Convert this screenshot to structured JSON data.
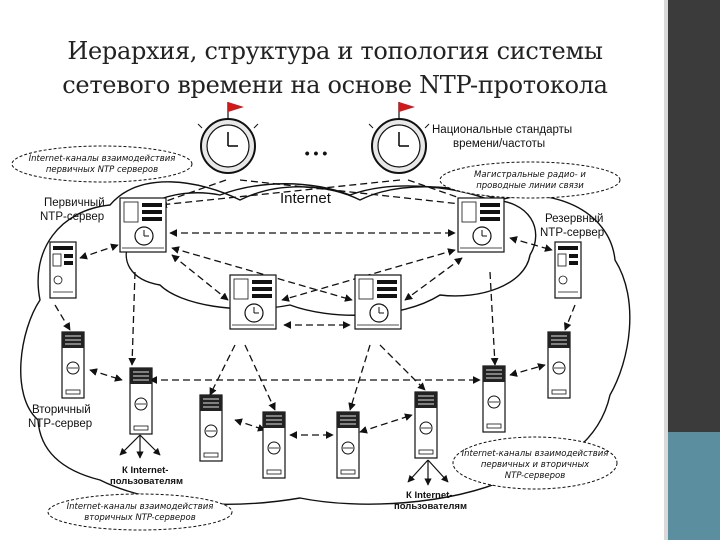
{
  "title_line1": "Иерархия, структура и топология системы",
  "title_line2": "сетевого времени на основе NTP-протокола",
  "diagram": {
    "internet_label": "Internet",
    "ellipsis": "• • •",
    "national_standards_line1": "Национальные стандарты",
    "national_standards_line2": "времени/частоты",
    "radio_channels_line1": "Магистральные радио- и",
    "radio_channels_line2": "проводные линии связи",
    "primary_channels_line1": "Internet-каналы взаимодействия",
    "primary_channels_line2": "первичных NTP серверов",
    "primary_server_line1": "Первичный",
    "primary_server_line2": "NTP-сервер",
    "backup_server_line1": "Резервный",
    "backup_server_line2": "NTP-сервер",
    "secondary_server_line1": "Вторичный",
    "secondary_server_line2": "NTP-сервер",
    "users_left_line1": "К Internet-",
    "users_left_line2": "пользователям",
    "users_right_line1": "К Internet-",
    "users_right_line2": "пользователям",
    "secondary_channels_line1": "Internet-каналы взаимодействия",
    "secondary_channels_line2": "вторичных NTP-серверов",
    "prim_sec_channels_line1": "Internet-каналы взаимодействия",
    "prim_sec_channels_line2": "первичных и вторичных",
    "prim_sec_channels_line3": "NTP-серверов"
  }
}
